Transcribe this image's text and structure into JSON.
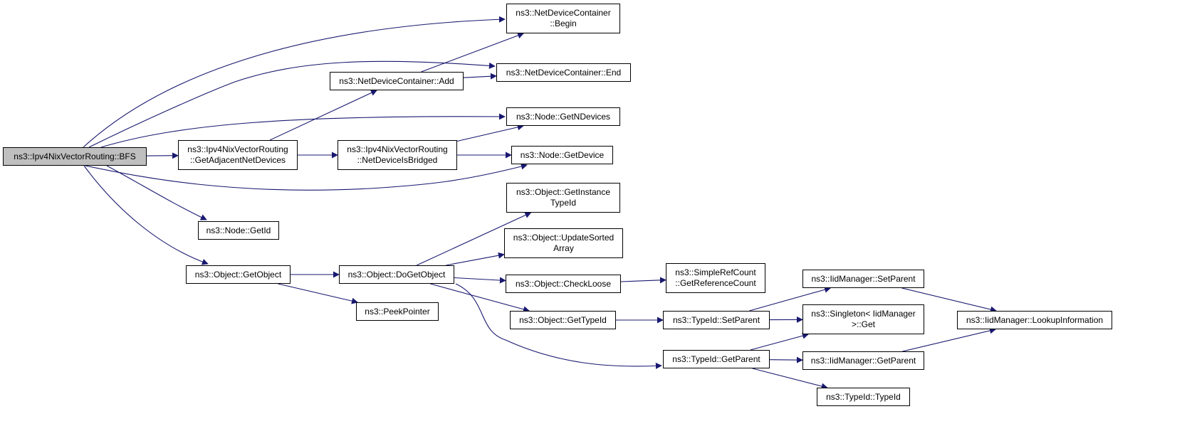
{
  "colors": {
    "edge": "#191970",
    "node_border": "#000000",
    "root_fill": "#bfbfbf",
    "node_fill": "#ffffff"
  },
  "nodes": {
    "bfs": {
      "lines": [
        "ns3::Ipv4NixVectorRouting::BFS"
      ],
      "root": true
    },
    "getadj": {
      "lines": [
        "ns3::Ipv4NixVectorRouting",
        "::GetAdjacentNetDevices"
      ]
    },
    "getid": {
      "lines": [
        "ns3::Node::GetId"
      ]
    },
    "getobject": {
      "lines": [
        "ns3::Object::GetObject"
      ]
    },
    "ndc_add": {
      "lines": [
        "ns3::NetDeviceContainer::Add"
      ]
    },
    "isbridged": {
      "lines": [
        "ns3::Ipv4NixVectorRouting",
        "::NetDeviceIsBridged"
      ]
    },
    "dogetobject": {
      "lines": [
        "ns3::Object::DoGetObject"
      ]
    },
    "peekpointer": {
      "lines": [
        "ns3::PeekPointer"
      ]
    },
    "ndc_begin": {
      "lines": [
        "ns3::NetDeviceContainer",
        "::Begin"
      ]
    },
    "ndc_end": {
      "lines": [
        "ns3::NetDeviceContainer::End"
      ]
    },
    "getndevices": {
      "lines": [
        "ns3::Node::GetNDevices"
      ]
    },
    "getdevice": {
      "lines": [
        "ns3::Node::GetDevice"
      ]
    },
    "getinstancetypeid": {
      "lines": [
        "ns3::Object::GetInstance",
        "TypeId"
      ]
    },
    "updatesorted": {
      "lines": [
        "ns3::Object::UpdateSorted",
        "Array"
      ]
    },
    "checkloose": {
      "lines": [
        "ns3::Object::CheckLoose"
      ]
    },
    "obj_gettypeid": {
      "lines": [
        "ns3::Object::GetTypeId"
      ]
    },
    "getrefcount": {
      "lines": [
        "ns3::SimpleRefCount",
        "::GetReferenceCount"
      ]
    },
    "tid_setparent": {
      "lines": [
        "ns3::TypeId::SetParent"
      ]
    },
    "tid_getparent": {
      "lines": [
        "ns3::TypeId::GetParent"
      ]
    },
    "iid_setparent": {
      "lines": [
        "ns3::IidManager::SetParent"
      ]
    },
    "singleton_get": {
      "lines": [
        "ns3::Singleton< IidManager",
        " >::Get"
      ]
    },
    "iid_getparent": {
      "lines": [
        "ns3::IidManager::GetParent"
      ]
    },
    "tid_typeid": {
      "lines": [
        "ns3::TypeId::TypeId"
      ]
    },
    "lookupinfo": {
      "lines": [
        "ns3::IidManager::LookupInformation"
      ]
    }
  },
  "edges": [
    [
      "bfs",
      "ndc_begin"
    ],
    [
      "bfs",
      "ndc_end"
    ],
    [
      "bfs",
      "getndevices"
    ],
    [
      "bfs",
      "getadj"
    ],
    [
      "bfs",
      "getdevice"
    ],
    [
      "bfs",
      "getid"
    ],
    [
      "bfs",
      "getobject"
    ],
    [
      "getadj",
      "ndc_add"
    ],
    [
      "getadj",
      "isbridged"
    ],
    [
      "ndc_add",
      "ndc_begin"
    ],
    [
      "ndc_add",
      "ndc_end"
    ],
    [
      "isbridged",
      "getndevices"
    ],
    [
      "isbridged",
      "getdevice"
    ],
    [
      "getobject",
      "dogetobject"
    ],
    [
      "getobject",
      "peekpointer"
    ],
    [
      "dogetobject",
      "getinstancetypeid"
    ],
    [
      "dogetobject",
      "updatesorted"
    ],
    [
      "dogetobject",
      "checkloose"
    ],
    [
      "dogetobject",
      "obj_gettypeid"
    ],
    [
      "dogetobject",
      "tid_getparent"
    ],
    [
      "checkloose",
      "getrefcount"
    ],
    [
      "obj_gettypeid",
      "tid_setparent"
    ],
    [
      "tid_setparent",
      "iid_setparent"
    ],
    [
      "tid_setparent",
      "singleton_get"
    ],
    [
      "tid_getparent",
      "singleton_get"
    ],
    [
      "tid_getparent",
      "iid_getparent"
    ],
    [
      "tid_getparent",
      "tid_typeid"
    ],
    [
      "iid_setparent",
      "lookupinfo"
    ],
    [
      "iid_getparent",
      "lookupinfo"
    ]
  ]
}
